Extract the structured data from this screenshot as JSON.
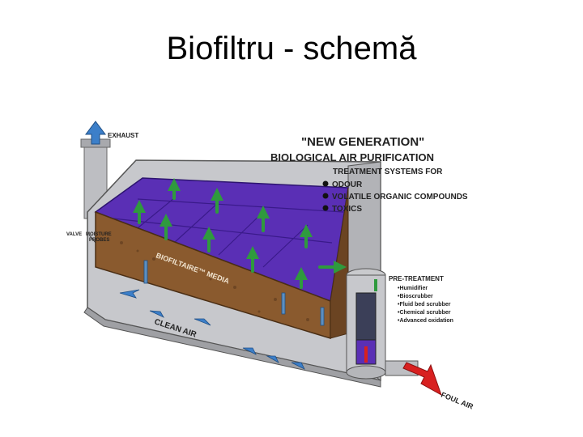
{
  "slide": {
    "title": "Biofiltru - schemă"
  },
  "diagram": {
    "exhaust": "EXHAUST",
    "headline_1": "\"NEW GENERATION\"",
    "headline_2": "BIOLOGICAL AIR PURIFICATION",
    "headline_3": "TREATMENT SYSTEMS FOR",
    "targets": [
      "ODOUR",
      "VOLATILE ORGANIC COMPOUNDS",
      "TOXICS"
    ],
    "valve": "VALVE",
    "moisture_1": "MOISTURE",
    "moisture_2": "PROBES",
    "media": "BIOFILTAIRE™ MEDIA",
    "clean_air": "CLEAN AIR",
    "pretreatment": "PRE-TREATMENT",
    "pretreatment_items": [
      "•Humidifier",
      "•Bioscrubber",
      "•Fluid bed scrubber",
      "•Chemical scrubber",
      "•Advanced oxidation"
    ],
    "foul_air": "FOUL AIR",
    "colors": {
      "media": "#8a5a2e",
      "bed_top": "#5a2fb5",
      "shell": "#c7c8cc",
      "arrow_green": "#2f9a3e",
      "arrow_blue": "#3c7fc9",
      "arrow_red": "#d82020"
    }
  }
}
